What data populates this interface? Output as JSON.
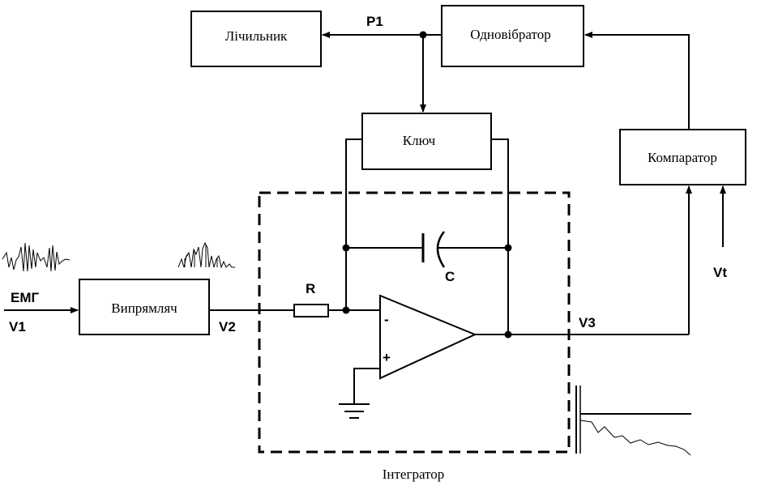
{
  "blocks": {
    "counter": "Лічильник",
    "monostable": "Одновібратор",
    "switch": "Ключ",
    "comparator": "Компаратор",
    "rectifier": "Випрямляч",
    "integrator": "Інтегратор"
  },
  "signals": {
    "p1": "P1",
    "emg": "ЕМГ",
    "v1": "V1",
    "v2": "V2",
    "v3": "V3",
    "vt": "Vt",
    "r": "R",
    "c": "C",
    "minus": "-",
    "plus": "+"
  }
}
